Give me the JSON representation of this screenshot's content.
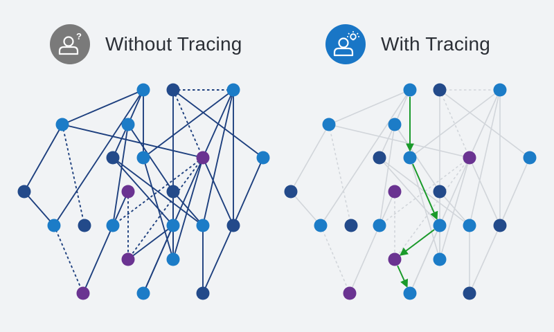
{
  "panels": {
    "left": {
      "title": "Without Tracing",
      "badge_icon": "person-question-icon",
      "badge_color": "#7a7a7a"
    },
    "right": {
      "title": "With Tracing",
      "badge_icon": "person-lightbulb-icon",
      "badge_color": "#1976c6"
    }
  },
  "colors": {
    "light_blue": "#1c7cc7",
    "dark_blue": "#234a8a",
    "purple": "#6a3391",
    "edge_dark": "#1d3f7e",
    "edge_faded": "#d1d5da",
    "trace_green": "#1a9a2a",
    "background": "#f1f3f5"
  },
  "graph": {
    "nodes": [
      {
        "id": 1,
        "type": "light"
      },
      {
        "id": 2,
        "type": "dark"
      },
      {
        "id": 3,
        "type": "light"
      },
      {
        "id": 4,
        "type": "light"
      },
      {
        "id": 5,
        "type": "light"
      },
      {
        "id": 6,
        "type": "dark"
      },
      {
        "id": 7,
        "type": "light"
      },
      {
        "id": 8,
        "type": "purple"
      },
      {
        "id": 9,
        "type": "light"
      },
      {
        "id": 10,
        "type": "dark"
      },
      {
        "id": 11,
        "type": "purple"
      },
      {
        "id": 12,
        "type": "dark"
      },
      {
        "id": 13,
        "type": "light"
      },
      {
        "id": 14,
        "type": "dark"
      },
      {
        "id": 15,
        "type": "light"
      },
      {
        "id": 16,
        "type": "light"
      },
      {
        "id": 17,
        "type": "light"
      },
      {
        "id": 18,
        "type": "dark"
      },
      {
        "id": 19,
        "type": "purple"
      },
      {
        "id": 20,
        "type": "light"
      },
      {
        "id": 21,
        "type": "purple"
      },
      {
        "id": 22,
        "type": "light"
      },
      {
        "id": 23,
        "type": "dark"
      }
    ],
    "edges": [
      [
        1,
        4,
        "solid"
      ],
      [
        1,
        7,
        "solid"
      ],
      [
        1,
        15,
        "solid"
      ],
      [
        1,
        5,
        "solid"
      ],
      [
        2,
        20,
        "solid"
      ],
      [
        2,
        3,
        "dotted"
      ],
      [
        2,
        8,
        "dotted"
      ],
      [
        2,
        9,
        "solid"
      ],
      [
        3,
        7,
        "solid"
      ],
      [
        3,
        8,
        "solid"
      ],
      [
        3,
        17,
        "solid"
      ],
      [
        3,
        18,
        "solid"
      ],
      [
        4,
        8,
        "solid"
      ],
      [
        4,
        10,
        "solid"
      ],
      [
        4,
        14,
        "dotted"
      ],
      [
        5,
        16,
        "solid"
      ],
      [
        5,
        12,
        "solid"
      ],
      [
        5,
        6,
        "solid"
      ],
      [
        6,
        13,
        "solid"
      ],
      [
        6,
        17,
        "solid"
      ],
      [
        7,
        20,
        "solid"
      ],
      [
        8,
        16,
        "dotted"
      ],
      [
        8,
        18,
        "solid"
      ],
      [
        8,
        22,
        "solid"
      ],
      [
        8,
        19,
        "dotted"
      ],
      [
        8,
        20,
        "solid"
      ],
      [
        9,
        18,
        "solid"
      ],
      [
        10,
        15,
        "solid"
      ],
      [
        11,
        19,
        "dotted"
      ],
      [
        11,
        16,
        "solid"
      ],
      [
        12,
        13,
        "solid"
      ],
      [
        12,
        17,
        "solid"
      ],
      [
        13,
        20,
        "solid"
      ],
      [
        13,
        22,
        "solid"
      ],
      [
        13,
        19,
        "solid"
      ],
      [
        15,
        21,
        "dotted"
      ],
      [
        16,
        21,
        "solid"
      ],
      [
        17,
        23,
        "solid"
      ],
      [
        18,
        23,
        "solid"
      ]
    ],
    "trace_path": [
      1,
      7,
      13,
      19,
      22
    ]
  }
}
